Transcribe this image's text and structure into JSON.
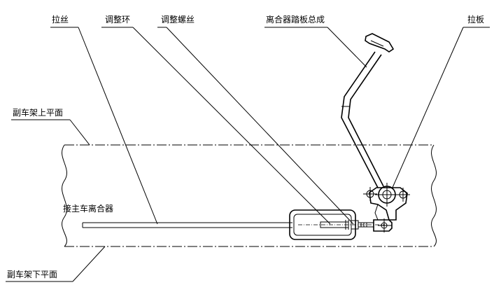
{
  "labels": {
    "pull_wire": "拉丝",
    "adjust_ring": "调整环",
    "adjust_screw": "调整螺丝",
    "clutch_pedal_assembly": "离合器踏板总成",
    "pull_plate": "拉板",
    "frame_upper_plane": "副车架上平面",
    "to_main_clutch": "接主车离合器",
    "frame_lower_plane": "副车架下平面"
  }
}
